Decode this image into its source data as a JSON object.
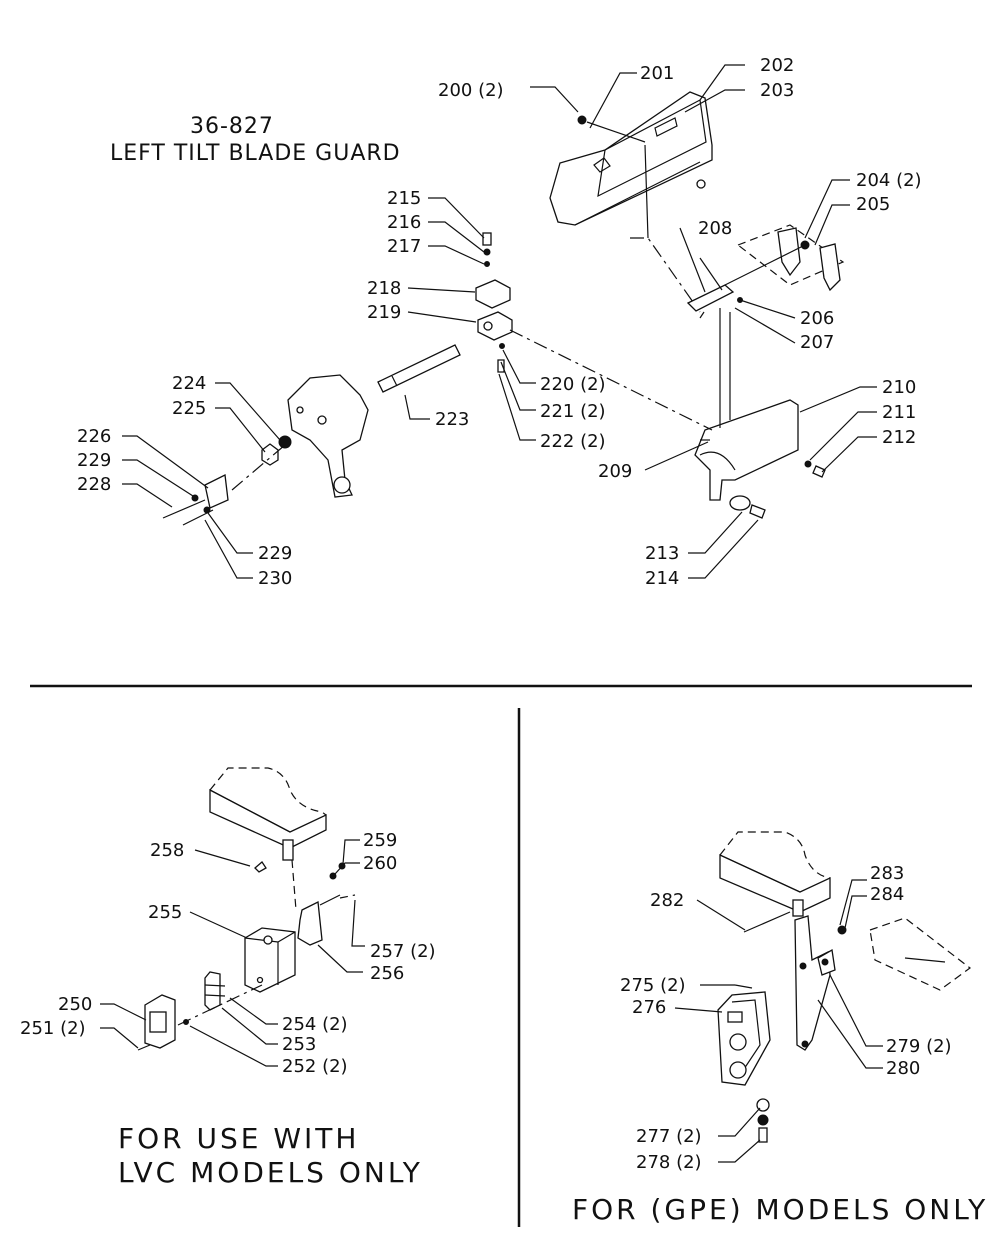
{
  "top_section": {
    "model_number": "36-827",
    "title": "LEFT TILT BLADE GUARD",
    "labels": {
      "p200": "200 (2)",
      "p201": "201",
      "p202": "202",
      "p203": "203",
      "p204": "204 (2)",
      "p205": "205",
      "p206": "206",
      "p207": "207",
      "p208": "208",
      "p209": "209",
      "p210": "210",
      "p211": "211",
      "p212": "212",
      "p213": "213",
      "p214": "214",
      "p215": "215",
      "p216": "216",
      "p217": "217",
      "p218": "218",
      "p219": "219",
      "p220": "220 (2)",
      "p221": "221 (2)",
      "p222": "222 (2)",
      "p223": "223",
      "p224": "224",
      "p225": "225",
      "p226": "226",
      "p228": "228",
      "p229a": "229",
      "p229b": "229",
      "p230": "230"
    }
  },
  "lvc_section": {
    "caption_line1": "FOR USE WITH",
    "caption_line2": "LVC MODELS ONLY",
    "labels": {
      "p250": "250",
      "p251": "251 (2)",
      "p252": "252 (2)",
      "p253": "253",
      "p254": "254 (2)",
      "p255": "255",
      "p256": "256",
      "p257": "257 (2)",
      "p258": "258",
      "p259": "259",
      "p260": "260"
    }
  },
  "gpe_section": {
    "caption": "FOR (GPE) MODELS ONLY",
    "labels": {
      "p275": "275 (2)",
      "p276": "276",
      "p277": "277 (2)",
      "p278": "278 (2)",
      "p279": "279 (2)",
      "p280": "280",
      "p282": "282",
      "p283": "283",
      "p284": "284"
    }
  }
}
